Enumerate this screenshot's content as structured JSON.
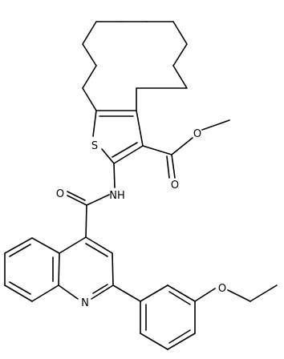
{
  "atoms": {
    "sulfur": "S",
    "amide_nitrogen": "NH",
    "amide_oxygen": "O",
    "ester_carbonyl_oxygen": "O",
    "ester_ether_oxygen": "O",
    "quinoline_nitrogen": "N",
    "ethoxy_oxygen": "O"
  }
}
